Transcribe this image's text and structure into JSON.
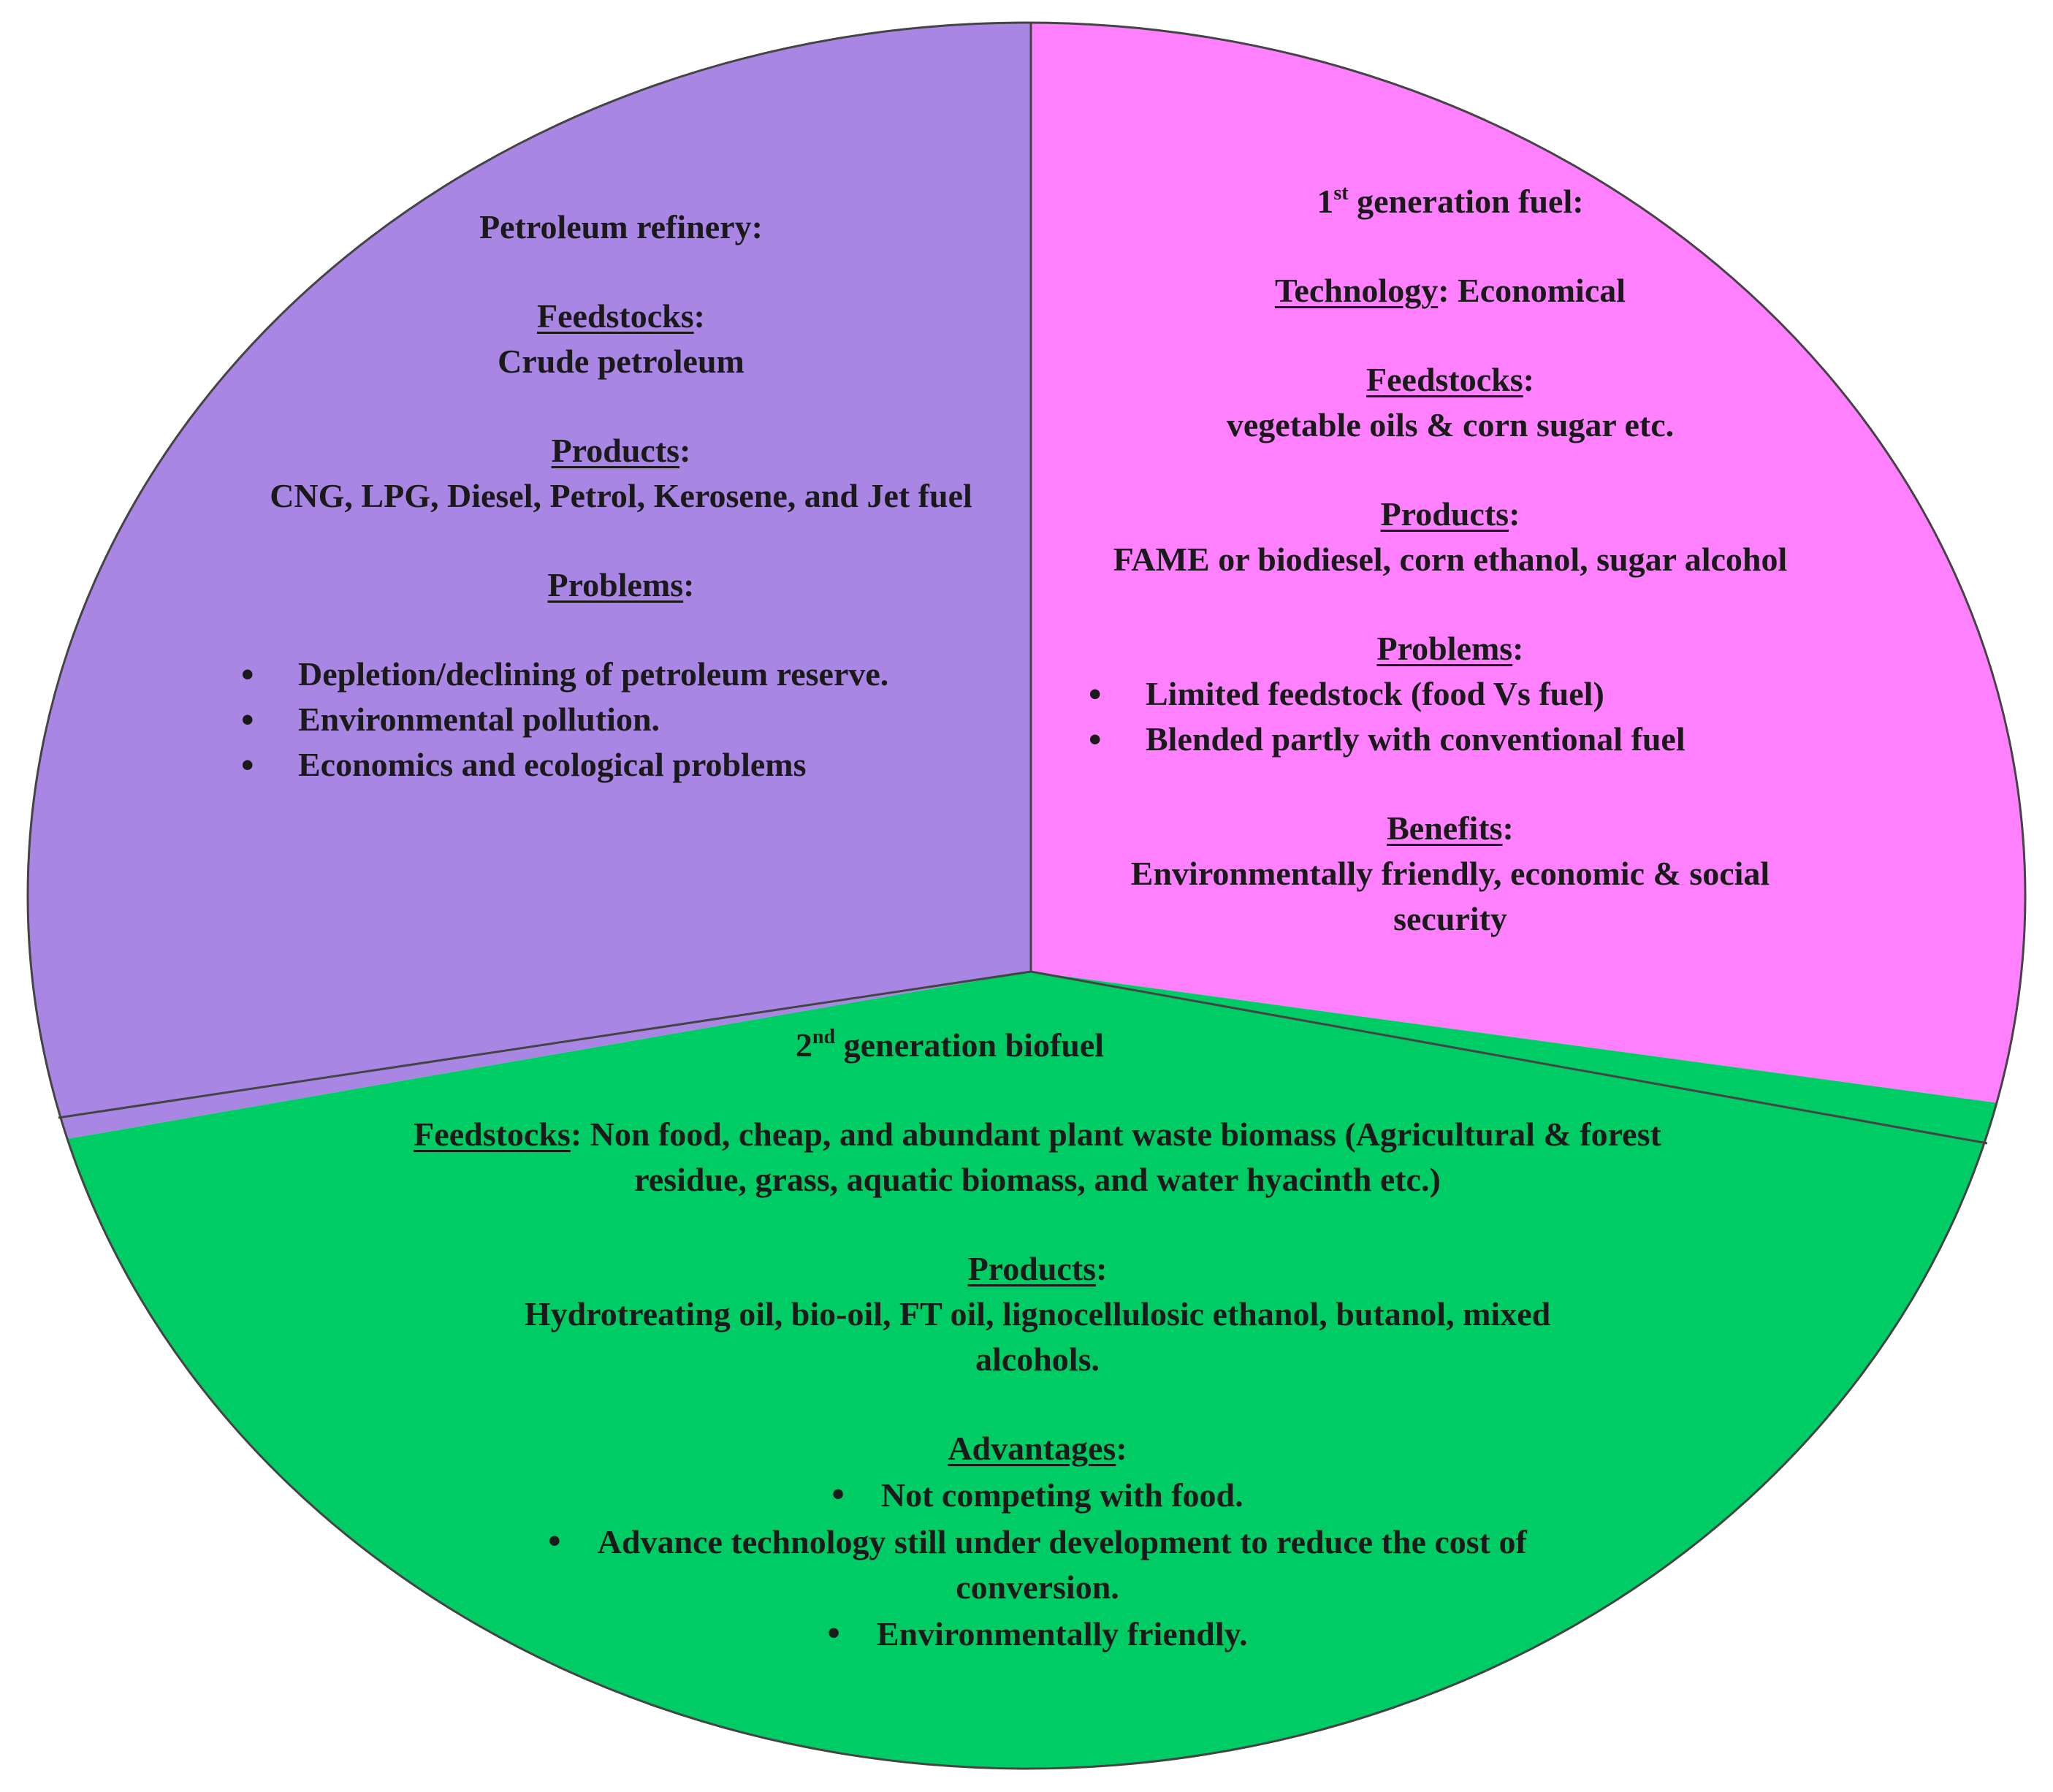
{
  "petroleum": {
    "title": "Petroleum refinery:",
    "feedstocks_heading": "Feedstocks",
    "feedstocks_value": "Crude petroleum",
    "products_heading": "Products",
    "products_value": "CNG, LPG, Diesel, Petrol, Kerosene, and Jet fuel",
    "problems_heading": "Problems",
    "problems": [
      "Depletion/declining of petroleum reserve.",
      "Environmental pollution.",
      "Economics and ecological problems"
    ],
    "color": "#a986e3"
  },
  "first_gen": {
    "title_num": "1",
    "title_sup": "st",
    "title_rest": " generation fuel:",
    "technology_heading": "Technology",
    "technology_value": " Economical",
    "feedstocks_heading": "Feedstocks",
    "feedstocks_value": "vegetable oils & corn sugar etc.",
    "products_heading": "Products",
    "products_value": "FAME or biodiesel, corn ethanol, sugar alcohol",
    "problems_heading": "Problems",
    "problems": [
      "Limited feedstock (food Vs fuel)",
      "Blended partly with conventional fuel"
    ],
    "benefits_heading": "Benefits",
    "benefits_value": "Environmentally friendly, economic & social security",
    "color": "#ff80ff"
  },
  "second_gen": {
    "title_num": "2",
    "title_sup": "nd",
    "title_rest": " generation biofuel",
    "feedstocks_heading": "Feedstocks",
    "feedstocks_value": " Non food, cheap, and abundant plant waste biomass (Agricultural & forest residue, grass, aquatic biomass, and water hyacinth etc.)",
    "products_heading": "Products",
    "products_value": "Hydrotreating oil, bio-oil, FT oil, lignocellulosic ethanol, butanol, mixed alcohols.",
    "advantages_heading": "Advantages",
    "advantages": [
      "Not competing with food.",
      "Advance technology still under development to reduce the cost of conversion.",
      "Environmentally friendly."
    ],
    "color": "#00cc66"
  },
  "colon": ":"
}
